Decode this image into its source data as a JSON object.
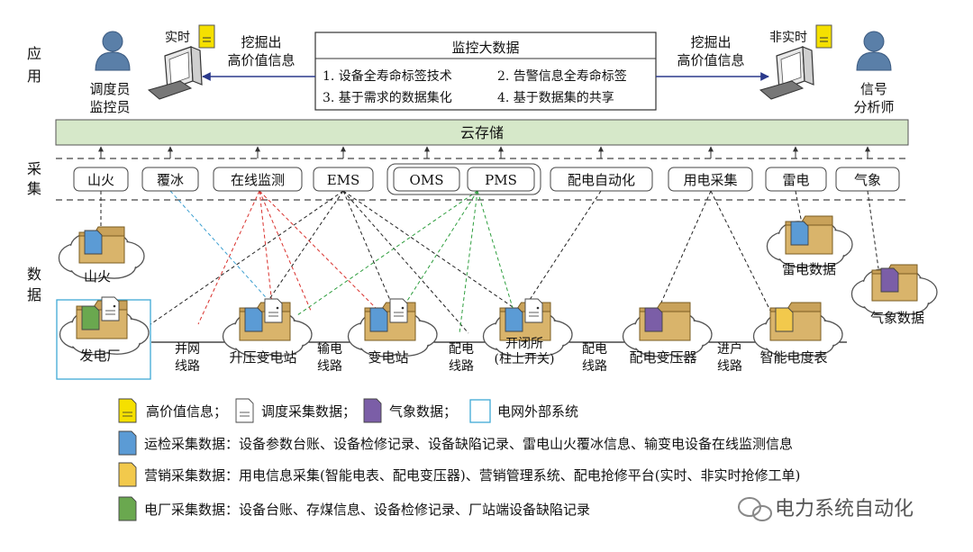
{
  "layers": {
    "app": [
      "应",
      "用"
    ],
    "collect": [
      "采",
      "集"
    ],
    "data": [
      "数",
      "据"
    ]
  },
  "top": {
    "bigdata_title": "监控大数据",
    "items": [
      "1. 设备全寿命标签技术",
      "2. 告警信息全寿命标签",
      "3. 基于需求的数据集化",
      "4. 基于数据集的共享"
    ],
    "left_arrow_label": [
      "挖掘出",
      "高价值信息"
    ],
    "right_arrow_label": [
      "挖掘出",
      "高价值信息"
    ],
    "realtime": "实时",
    "non_realtime": "非实时",
    "left_user": [
      "调度员",
      "监控员"
    ],
    "right_user": [
      "信号",
      "分析师"
    ]
  },
  "cloud_storage": "云存储",
  "collectors": [
    "山火",
    "覆冰",
    "在线监测",
    "EMS",
    "OMS",
    "PMS",
    "配电自动化",
    "用电采集",
    "雷电",
    "气象"
  ],
  "data_clouds": {
    "shanhuo": "山火",
    "leidian": "雷电数据",
    "qixiang": "气象数据"
  },
  "stations": {
    "power_plant": "发电厂",
    "step_up": "升压变电站",
    "substation": "变电站",
    "switch": [
      "开闭所",
      "(柱上开关)"
    ],
    "dist_transformer": "配电变压器",
    "smart_meter": "智能电度表"
  },
  "lines": {
    "grid_connect": [
      "并网",
      "线路"
    ],
    "transmission": [
      "输电",
      "线路"
    ],
    "distribution1": [
      "配电",
      "线路"
    ],
    "distribution2": [
      "配电",
      "线路"
    ],
    "service": [
      "进户",
      "线路"
    ]
  },
  "legend": {
    "row1": [
      "高价值信息；",
      "调度采集数据；",
      "气象数据；",
      "电网外部系统"
    ],
    "row2": "运检采集数据：设备参数台账、设备检修记录、设备缺陷记录、雷电山火覆冰信息、输变电设备在线监测信息",
    "row3": "营销采集数据：用电信息采集(智能电表、配电变压器)、营销管理系统、配电抢修平台(实时、非实时抢修工单)",
    "row4": "电厂采集数据：设备台账、存煤信息、设备检修记录、厂站端设备缺陷记录"
  },
  "watermark": "电力系统自动化",
  "colors": {
    "cloud_storage_fill": "#d6e8c9",
    "folder": "#c9a25a",
    "doc_blue": "#5b9bd5",
    "doc_purple": "#7b5ea7",
    "doc_green": "#6aa84f",
    "doc_yellow": "#f2c94c",
    "high_value": "#f5e000",
    "external_box": "#3fa9d6",
    "line_red": "#d9302c",
    "line_green": "#2e9e3e",
    "line_blue": "#3c9fd0",
    "line_black": "#222222"
  },
  "icons": [
    "user-icon",
    "computer-icon",
    "folder-icon",
    "document-icon",
    "cloud-icon",
    "wechat-icon"
  ]
}
